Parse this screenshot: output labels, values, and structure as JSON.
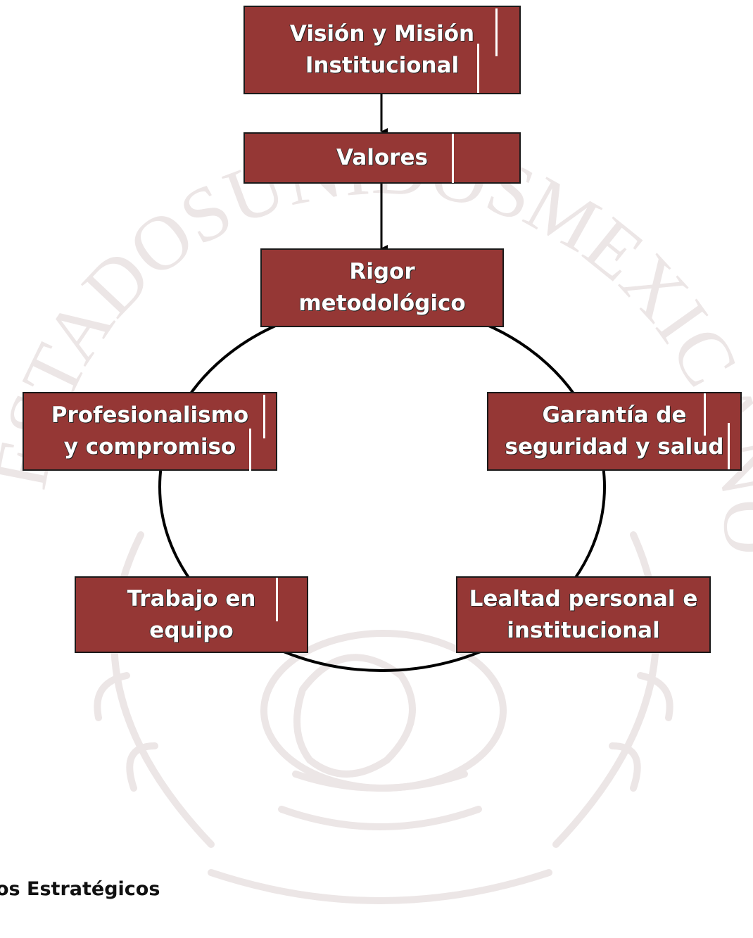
{
  "colors": {
    "box_fill": "#953735",
    "line": "#000000",
    "watermark": "#ece6e6"
  },
  "watermark": {
    "text_left": "ESTADOS",
    "text_top": "UNIDOS",
    "text_right": "MEXICANOS"
  },
  "nodes": {
    "vision": {
      "line1": "Visión y Misión",
      "line2": "Institucional"
    },
    "valores": {
      "line1": "Valores"
    },
    "rigor": {
      "line1": "Rigor",
      "line2": "metodológico"
    },
    "profesionalismo": {
      "line1": "Profesionalismo",
      "line2": "y compromiso"
    },
    "garantia": {
      "line1": "Garantía de",
      "line2": "seguridad y salud"
    },
    "trabajo": {
      "line1": "Trabajo en",
      "line2": "equipo"
    },
    "lealtad": {
      "line1": "Lealtad personal e",
      "line2": "institucional"
    }
  },
  "footer": {
    "text": "os Estratégicos"
  }
}
